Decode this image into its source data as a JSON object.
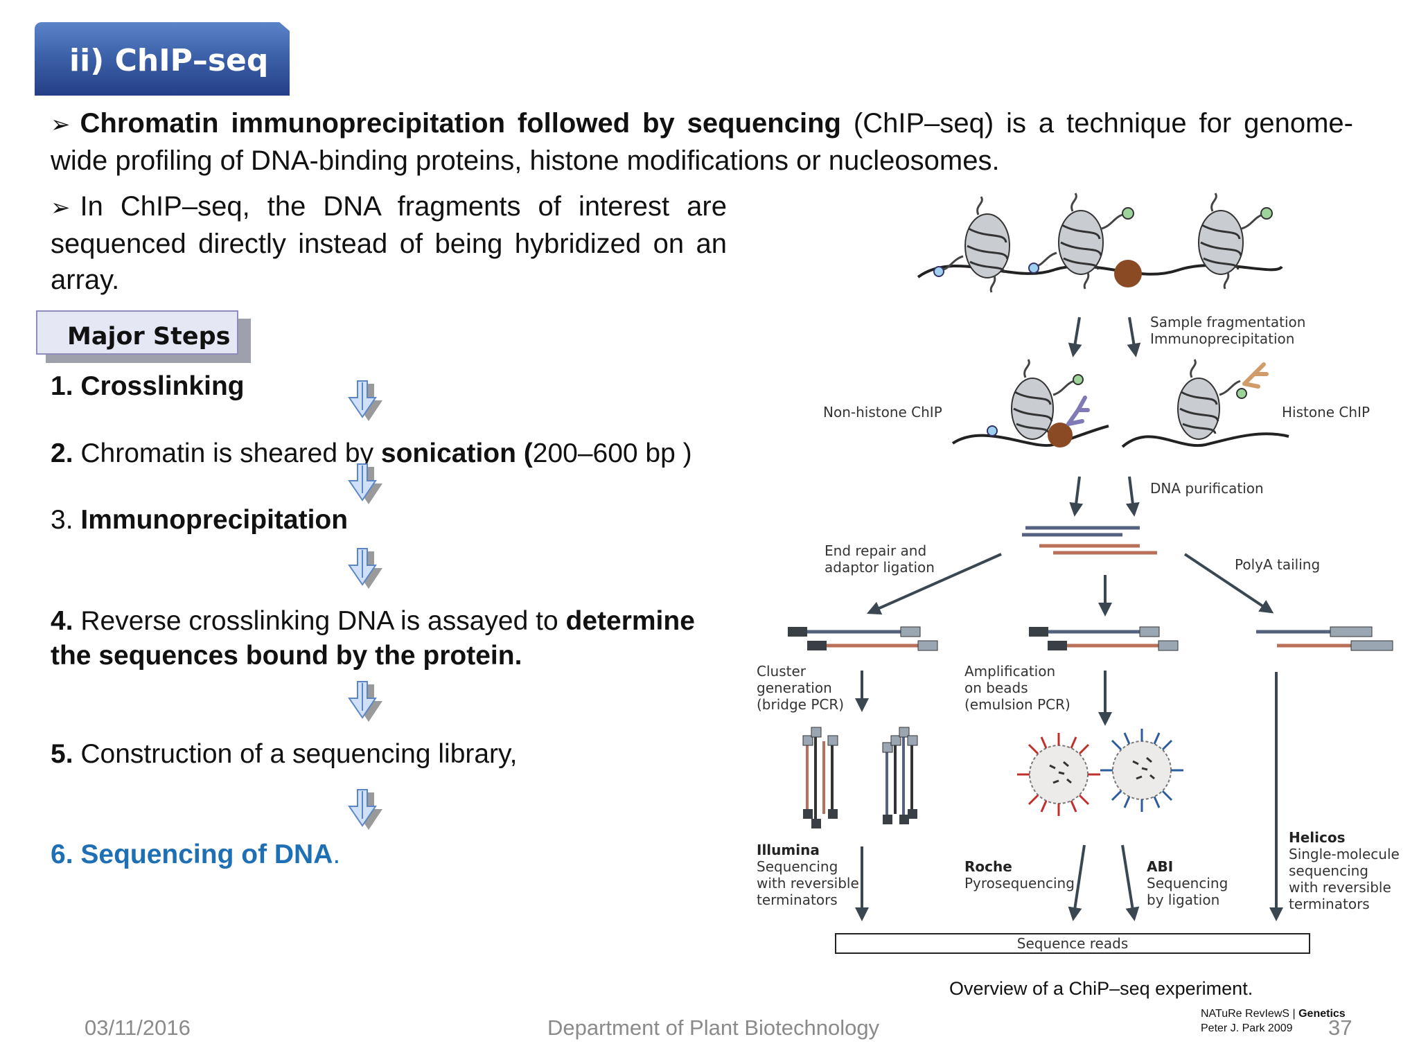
{
  "slide": {
    "title": "ii) ChIP–seq",
    "intro": {
      "bold": "Chromatin immunoprecipitation followed by sequencing",
      "rest": " (ChIP–seq) is a technique for genome-wide profiling of DNA-binding proteins, histone modifications or nucleosomes."
    },
    "intro2": "In ChIP–seq, the DNA fragments of interest are sequenced directly instead of being hybridized on an array.",
    "bullet_glyph": "➢",
    "major_steps_label": "Major Steps",
    "steps": [
      {
        "num": "1. ",
        "parts": [
          "",
          "Crosslinking",
          ""
        ]
      },
      {
        "num": "2. ",
        "parts": [
          " Chromatin is sheared by ",
          "sonication (",
          "200–600 bp )"
        ]
      },
      {
        "num": "3. ",
        "parts": [
          "",
          "Immunoprecipitation",
          ""
        ]
      },
      {
        "num": "4. ",
        "parts": [
          "Reverse crosslinking DNA is assayed to ",
          "determine the sequences bound by the protein.",
          ""
        ]
      },
      {
        "num": "5. ",
        "parts": [
          "Construction of a sequencing library,",
          "",
          ""
        ]
      },
      {
        "num": "6. ",
        "parts": [
          "",
          "Sequencing of DNA",
          "."
        ]
      }
    ]
  },
  "diagram": {
    "labels": {
      "sample_fragmentation": "Sample fragmentation",
      "immunoprecipitation": "Immunoprecipitation",
      "non_histone_chip": "Non-histone ChIP",
      "histone_chip": "Histone ChIP",
      "dna_purification": "DNA purification",
      "end_repair_1": "End repair and",
      "end_repair_2": "adaptor ligation",
      "polya_tailing": "PolyA tailing",
      "cluster_1": "Cluster",
      "cluster_2": "generation",
      "cluster_3": "(bridge PCR)",
      "amp_1": "Amplification",
      "amp_2": "on beads",
      "amp_3": "(emulsion PCR)",
      "illumina_title": "Illumina",
      "illumina_1": "Sequencing",
      "illumina_2": "with reversible",
      "illumina_3": "terminators",
      "roche_title": "Roche",
      "roche_1": "Pyrosequencing",
      "abi_title": "ABI",
      "abi_1": "Sequencing",
      "abi_2": "by ligation",
      "helicos_title": "Helicos",
      "helicos_1": "Single-molecule",
      "helicos_2": "sequencing",
      "helicos_3": "with reversible",
      "helicos_4": "terminators",
      "sequence_reads": "Sequence reads"
    },
    "colors": {
      "arrow": "#3a4750",
      "histone": "#c9ccd0",
      "protein_brown": "#8a4a24",
      "dna_blue": "#54627f",
      "dna_red": "#b8705a",
      "adaptor": "#9aa7b3"
    }
  },
  "caption": "Overview of a ChiP–seq experiment.",
  "credit": {
    "journal": "NATuRe RevIewS | ",
    "journal_bold": "Genetics",
    "author": "Peter J. Park 2009"
  },
  "footer": {
    "date": "03/11/2016",
    "department": "Department of Plant Biotechnology",
    "page": "37"
  }
}
